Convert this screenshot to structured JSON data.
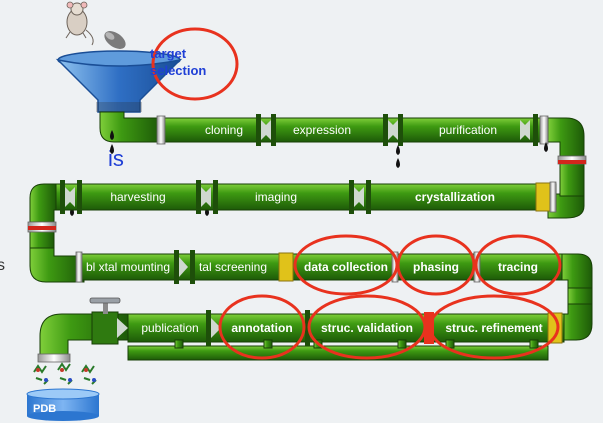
{
  "labels": {
    "target_selection_line1": "target",
    "target_selection_line2": "selection",
    "cloning": "cloning",
    "expression": "expression",
    "purification": "purification",
    "harvesting": "harvesting",
    "imaging": "imaging",
    "crystallization": "crystallization",
    "xtal_mounting": "bl xtal mounting",
    "xtal_screening": "tal screening",
    "data_collection": "data collection",
    "phasing": "phasing",
    "tracing": "tracing",
    "publication": "publication",
    "annotation": "annotation",
    "struc_validation": "struc. validation",
    "struc_refinement": "struc. refinement",
    "pdb": "PDB"
  },
  "side_text": {
    "is": "is",
    "s": "s"
  },
  "colors": {
    "pipe_green": "#2f8a10",
    "highlight_red": "#e8321e",
    "target_text_blue": "#1f3fd6",
    "funnel_blue": "#3a7fd0",
    "valve_yellow": "#e0c21a"
  },
  "icons": {
    "mouse": "mouse-icon",
    "protein": "protein-structure-icon",
    "database": "database-icon"
  }
}
